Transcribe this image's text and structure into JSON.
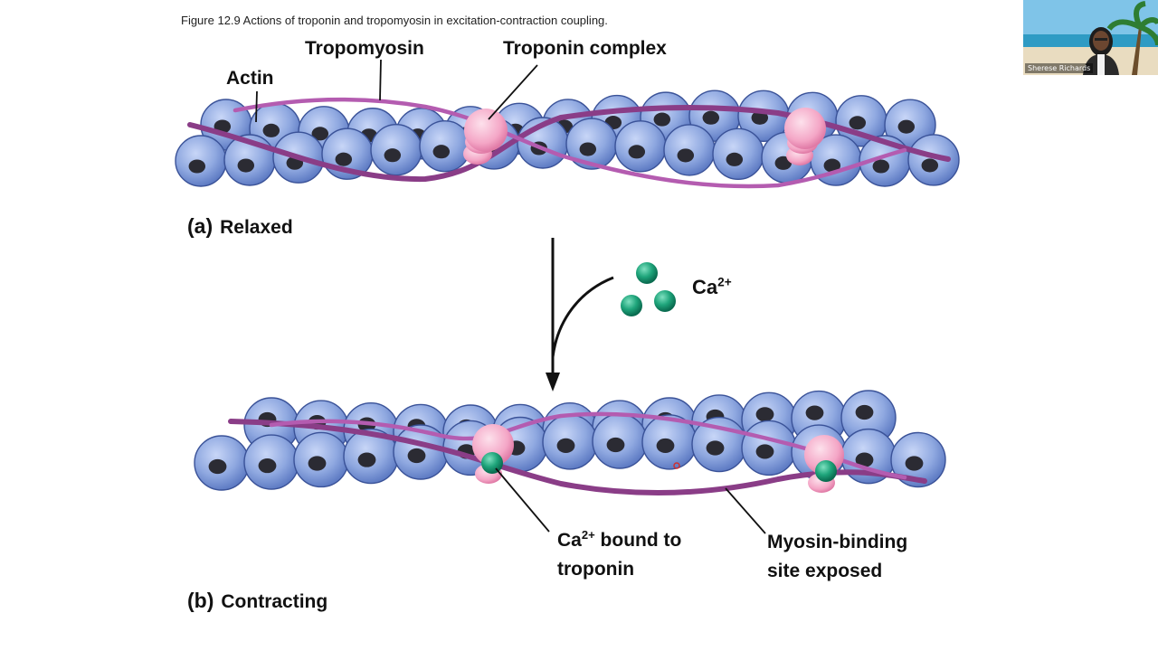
{
  "figure": {
    "caption": "Figure 12.9  Actions of troponin and tropomyosin in excitation-contraction coupling."
  },
  "panel_a": {
    "letter": "(a)",
    "title": "Relaxed",
    "labels": {
      "actin": "Actin",
      "tropomyosin": "Tropomyosin",
      "troponin_complex": "Troponin complex"
    }
  },
  "calcium": {
    "base": "Ca",
    "superscript": "2+"
  },
  "panel_b": {
    "letter": "(b)",
    "title": "Contracting",
    "labels": {
      "ca_bound_base": "Ca",
      "ca_bound_sup": "2+",
      "ca_bound_rest": " bound to",
      "ca_bound_line2": "troponin",
      "myosin_line1": "Myosin-binding",
      "myosin_line2": "site exposed"
    }
  },
  "webcam": {
    "name": "Sherese Richards"
  },
  "colors": {
    "actin_fill": "#8fa8e0",
    "actin_stroke": "#3a5298",
    "tropomyosin": "#a04a9c",
    "troponin": "#f4a6c6",
    "calcium": "#12946e"
  }
}
